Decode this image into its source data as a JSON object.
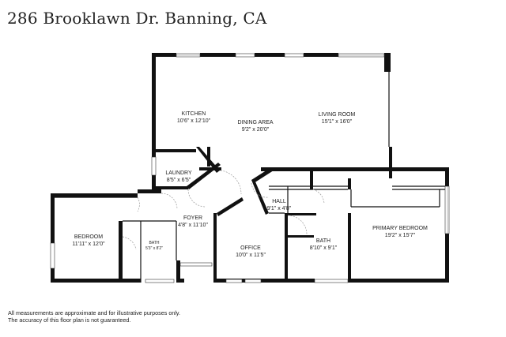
{
  "title": "286 Brooklawn Dr. Banning, CA",
  "rooms": {
    "kitchen": {
      "name": "KITCHEN",
      "dims": "10'6\" x 12'10\""
    },
    "dining": {
      "name": "DINING AREA",
      "dims": "9'2\" x 20'0\""
    },
    "living": {
      "name": "LIVING ROOM",
      "dims": "15'1\" x 16'0\""
    },
    "laundry": {
      "name": "LAUNDRY",
      "dims": "8'5\" x 6'5\""
    },
    "hall": {
      "name": "HALL",
      "dims": "9'1\" x 4'8\""
    },
    "foyer": {
      "name": "FOYER",
      "dims": "4'8\" x 11'10\""
    },
    "bedroom": {
      "name": "BEDROOM",
      "dims": "11'11\" x 12'0\""
    },
    "bath_small": {
      "name": "BATH",
      "dims": "5'3\" x 8'2\""
    },
    "office": {
      "name": "OFFICE",
      "dims": "10'0\" x 11'5\""
    },
    "bath": {
      "name": "BATH",
      "dims": "8'10\" x 9'1\""
    },
    "primary": {
      "name": "PRIMARY BEDROOM",
      "dims": "19'2\" x 15'7\""
    }
  },
  "disclaimer": {
    "line1": "All measurements are approximate and for illustrative purposes only.",
    "line2": "The accuracy of this floor plan is not guaranteed."
  }
}
